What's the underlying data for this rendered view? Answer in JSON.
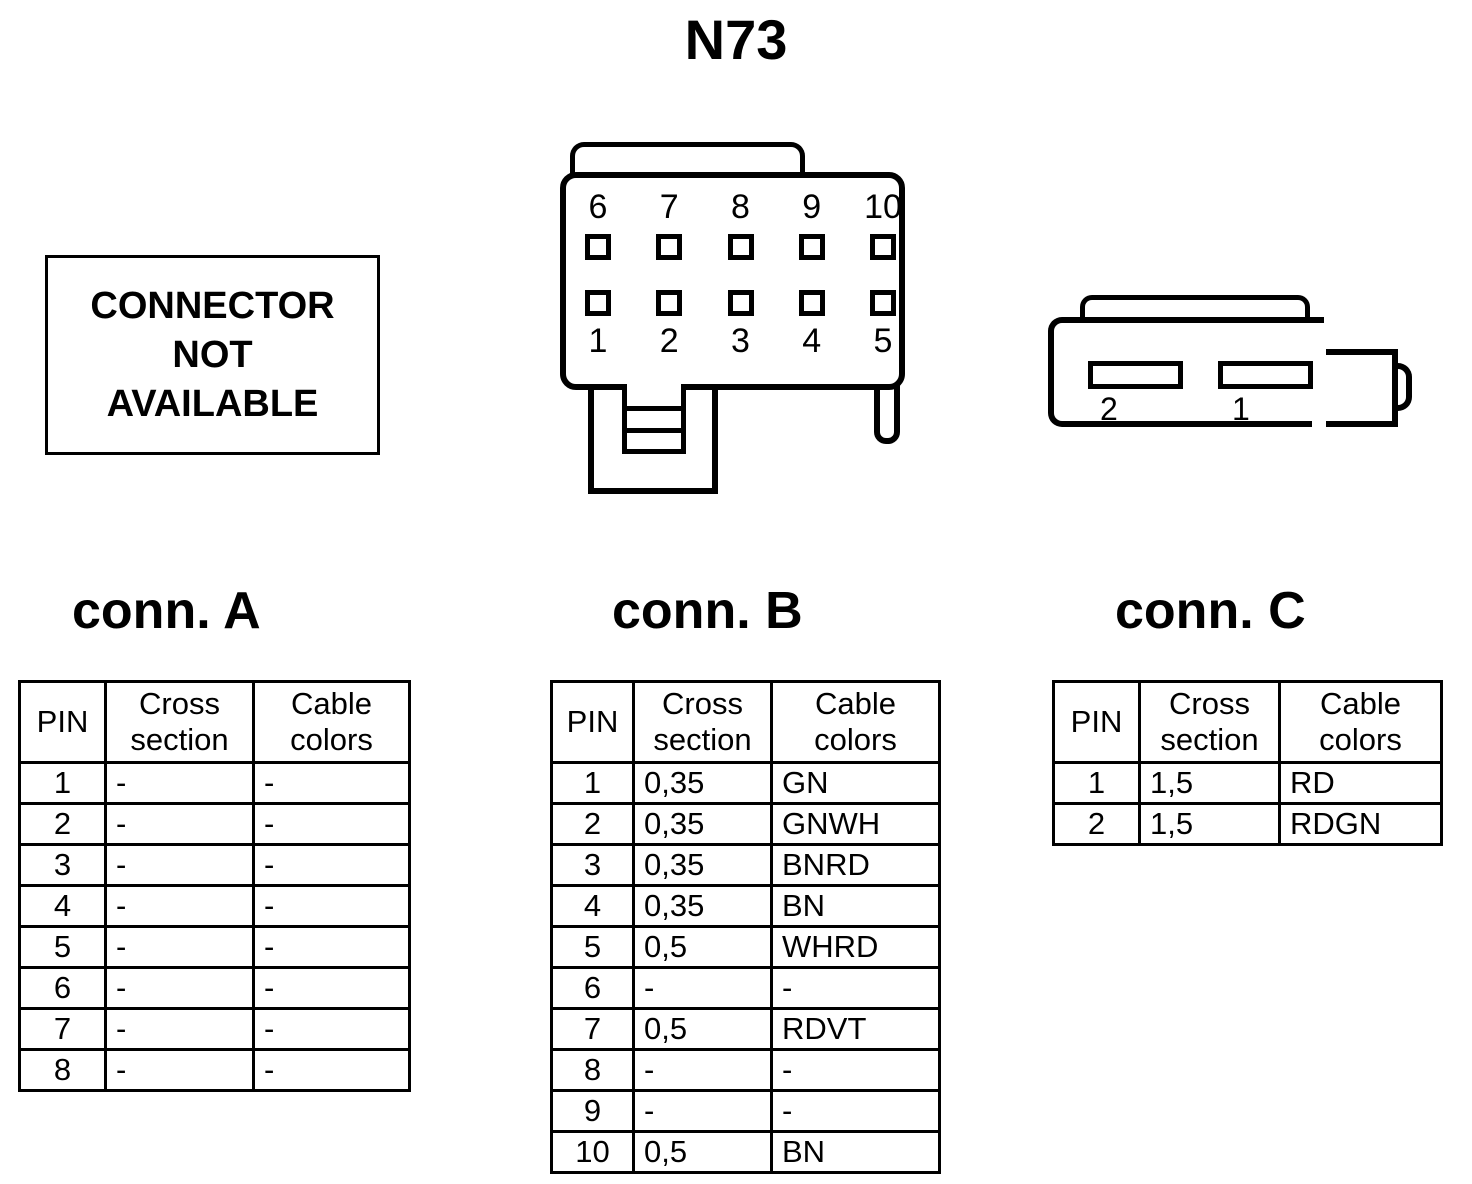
{
  "title": "N73",
  "not_available": {
    "line1": "CONNECTOR",
    "line2": "NOT",
    "line3": "AVAILABLE"
  },
  "connector_b_drawing": {
    "top_row_labels": [
      "6",
      "7",
      "8",
      "9",
      "10"
    ],
    "bottom_row_labels": [
      "1",
      "2",
      "3",
      "4",
      "5"
    ]
  },
  "connector_c_drawing": {
    "slot_labels": [
      "2",
      "1"
    ]
  },
  "headings": {
    "conn_a": "conn. A",
    "conn_b": "conn. B",
    "conn_c": "conn. C"
  },
  "table_headers": {
    "pin": "PIN",
    "cross_section_line1": "Cross",
    "cross_section_line2": "section",
    "cable_colors_line1": "Cable",
    "cable_colors_line2": "colors"
  },
  "tables": {
    "conn_a": {
      "rows": [
        {
          "pin": "1",
          "cross_section": "-",
          "cable_colors": "-"
        },
        {
          "pin": "2",
          "cross_section": "-",
          "cable_colors": "-"
        },
        {
          "pin": "3",
          "cross_section": "-",
          "cable_colors": "-"
        },
        {
          "pin": "4",
          "cross_section": "-",
          "cable_colors": "-"
        },
        {
          "pin": "5",
          "cross_section": "-",
          "cable_colors": "-"
        },
        {
          "pin": "6",
          "cross_section": "-",
          "cable_colors": "-"
        },
        {
          "pin": "7",
          "cross_section": "-",
          "cable_colors": "-"
        },
        {
          "pin": "8",
          "cross_section": "-",
          "cable_colors": "-"
        }
      ]
    },
    "conn_b": {
      "rows": [
        {
          "pin": "1",
          "cross_section": "0,35",
          "cable_colors": "GN"
        },
        {
          "pin": "2",
          "cross_section": "0,35",
          "cable_colors": "GNWH"
        },
        {
          "pin": "3",
          "cross_section": "0,35",
          "cable_colors": "BNRD"
        },
        {
          "pin": "4",
          "cross_section": "0,35",
          "cable_colors": "BN"
        },
        {
          "pin": "5",
          "cross_section": "0,5",
          "cable_colors": "WHRD"
        },
        {
          "pin": "6",
          "cross_section": "-",
          "cable_colors": "-"
        },
        {
          "pin": "7",
          "cross_section": "0,5",
          "cable_colors": "RDVT"
        },
        {
          "pin": "8",
          "cross_section": "-",
          "cable_colors": "-"
        },
        {
          "pin": "9",
          "cross_section": "-",
          "cable_colors": "-"
        },
        {
          "pin": "10",
          "cross_section": "0,5",
          "cable_colors": "BN"
        }
      ]
    },
    "conn_c": {
      "rows": [
        {
          "pin": "1",
          "cross_section": "1,5",
          "cable_colors": "RD"
        },
        {
          "pin": "2",
          "cross_section": "1,5",
          "cable_colors": "RDGN"
        }
      ]
    }
  },
  "colors": {
    "ink": "#000000",
    "paper": "#ffffff"
  }
}
